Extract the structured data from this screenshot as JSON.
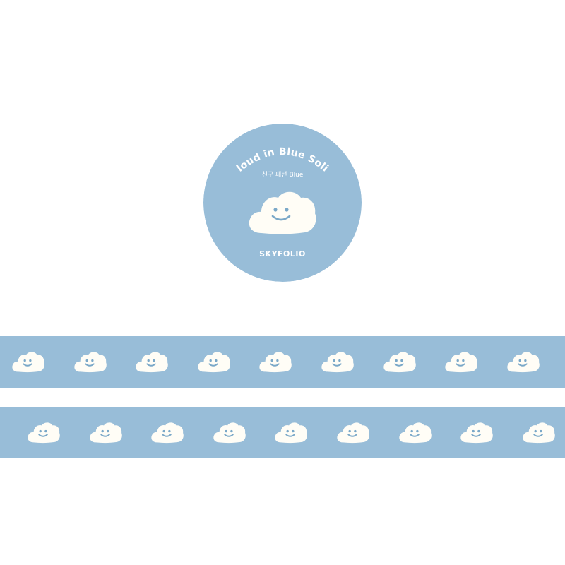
{
  "product": {
    "title": "Cloud in Blue Solid",
    "subtitle": "친구 패턴 Blue",
    "brand": "SKYFOLIO"
  },
  "colors": {
    "tape": "#98bdd8",
    "cloud": "#fffdf6",
    "face": "#7aa8c8",
    "background": "#ffffff"
  },
  "icons": {
    "hero": "smiling-cloud-icon",
    "pattern": "smiling-cloud-icon"
  },
  "pattern": {
    "strip_1_count": 9,
    "strip_2_count": 9
  }
}
